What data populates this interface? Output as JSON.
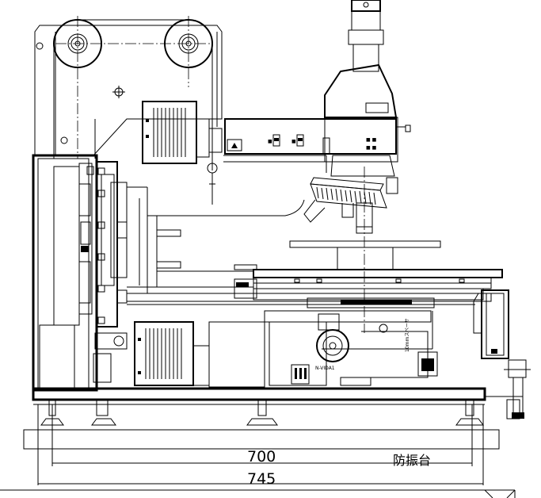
{
  "drawing": {
    "dimension_inner": "700",
    "dimension_outer": "745",
    "base_label": "防振台",
    "spacer_label": "10mmスペーサ",
    "nameplate": "N-VIDA1"
  }
}
